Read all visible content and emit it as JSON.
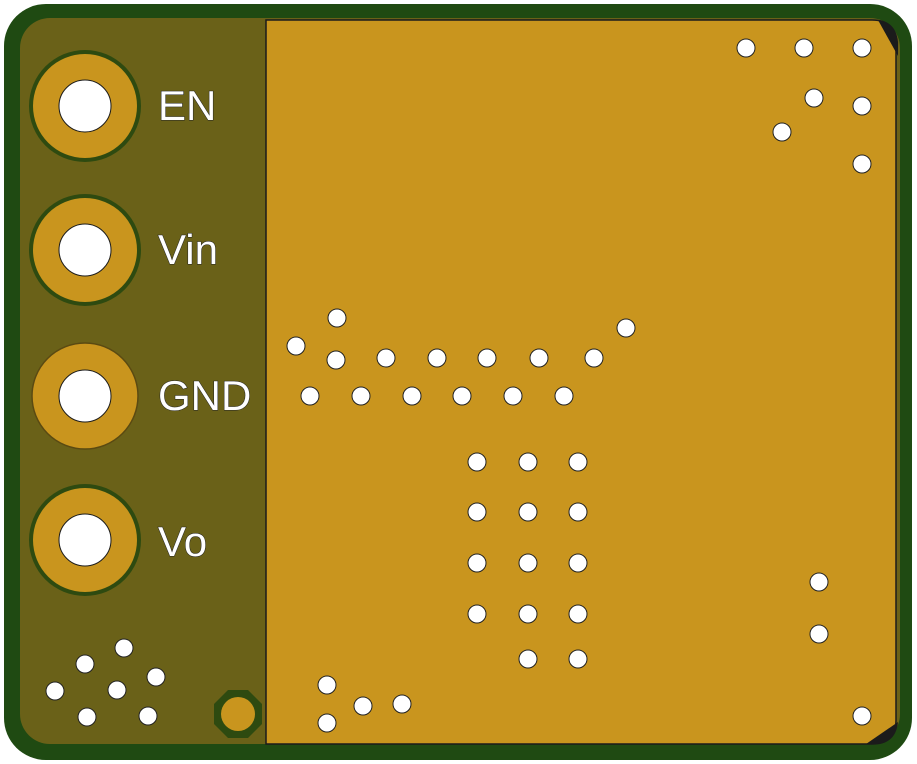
{
  "board": {
    "colors": {
      "soldermask_edge": "#1f4a12",
      "soldermask": "#6a6118",
      "copper_pour": "#c9951e",
      "pad_copper": "#c9951e",
      "pad_ring": "#2e4a10",
      "drill": "#ffffff",
      "silkscreen": "#ffffff"
    },
    "pins": [
      {
        "label": "EN",
        "drill_icon": "through-hole-pad-icon"
      },
      {
        "label": "Vin",
        "drill_icon": "through-hole-pad-icon"
      },
      {
        "label": "GND",
        "drill_icon": "through-hole-pad-icon"
      },
      {
        "label": "Vo",
        "drill_icon": "through-hole-pad-icon"
      }
    ],
    "via_icon": "via-icon",
    "test_pad_icon": "octagonal-test-pad-icon"
  }
}
